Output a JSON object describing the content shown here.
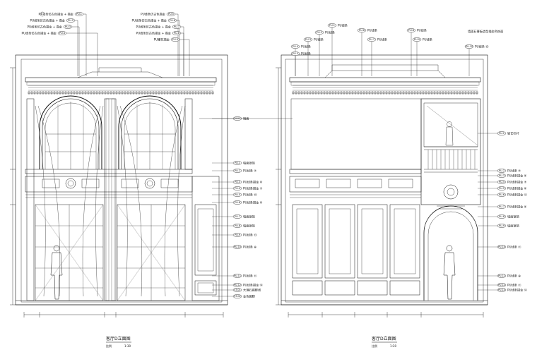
{
  "left": {
    "top_callouts": [
      {
        "code": "B1",
        "text": "PU线条仿古色描金 + 描金",
        "tag": "PU-1"
      },
      {
        "code": "",
        "text": "PU线条仿古色描金 + 描金",
        "tag": "PU-2"
      },
      {
        "code": "",
        "text": "PU线条仿古色描金 + 描金",
        "tag": "PU-3"
      },
      {
        "code": "",
        "text": "PU线条仿古色描金 + 描金",
        "tag": "PU-4"
      },
      {
        "code": "",
        "text": "PU线条仿古色描金",
        "tag": "PU-5"
      },
      {
        "code": "",
        "text": "PU线条仿古色描金 + 描金",
        "tag": "PU-6"
      },
      {
        "code": "",
        "text": "PU线条仿古色描金 + 描金",
        "tag": "PU-7"
      },
      {
        "code": "",
        "text": "PU线条仿古色描金 + 描金",
        "tag": "PU-8"
      },
      {
        "code": "",
        "text": "PU雕花描金",
        "tag": "PU-9"
      }
    ],
    "right_callouts": [
      {
        "tag": "M-01",
        "text": "镜面"
      },
      {
        "tag": "PU-1",
        "text": "墙面银箔"
      },
      {
        "tag": "PU-2",
        "text": "PU线条 ⑦"
      },
      {
        "tag": "PU-3",
        "text": "PU线条描金 ⑥"
      },
      {
        "tag": "PU-4",
        "text": "PU线条描金 ⑦"
      },
      {
        "tag": "PU-5",
        "text": "PU线条 ⑭"
      },
      {
        "tag": "PU-6",
        "text": "PU线条描金 ⑥"
      },
      {
        "tag": "PU-7",
        "text": "墙面银箔"
      },
      {
        "tag": "PU-8",
        "text": "墙面银箔"
      },
      {
        "tag": "PU-9",
        "text": "PU线条 ⑬"
      },
      {
        "tag": "PU-10",
        "text": "PU线条 ⊕"
      },
      {
        "tag": "PU-11",
        "text": "PU线条 ⑪"
      },
      {
        "tag": "PU-12",
        "text": "PU线条描金 ⑫"
      },
      {
        "tag": "ST-01",
        "text": "大理石踢脚线"
      },
      {
        "tag": "ST-02",
        "text": "金色踢脚"
      }
    ],
    "title": "客厅D立面图",
    "scale_left": "比例",
    "scale_right": "1:30"
  },
  "right": {
    "top_callouts": [
      {
        "text": "PU线条",
        "tag": "PU-1"
      },
      {
        "text": "PU线条",
        "tag": "PU-2"
      },
      {
        "text": "PU线条",
        "tag": "PU-3"
      },
      {
        "text": "PU线条",
        "tag": "PU-4"
      },
      {
        "text": "PU线条",
        "tag": "PU-5"
      },
      {
        "text": "PU线条",
        "tag": "PU-6"
      },
      {
        "text": "PU线条",
        "tag": "PU-7"
      },
      {
        "text": "PU线条",
        "tag": "PU-8"
      },
      {
        "text": "PU线条",
        "tag": "PU-9"
      },
      {
        "text": "PU线条 ⑮",
        "tag": "PU-10"
      }
    ],
    "top_note": "墙面石膏板造型描金色饰面",
    "right_callouts": [
      {
        "tag": "PU-1",
        "text": "铁艺栏杆"
      },
      {
        "tag": "PU-2",
        "text": "PU线条 ⑦"
      },
      {
        "tag": "PU-3",
        "text": "PU线条描金 ⑥"
      },
      {
        "tag": "PU-4",
        "text": "PU线条描金 ⑦"
      },
      {
        "tag": "PU-5",
        "text": "PU线条描金 ⑥"
      },
      {
        "tag": "PU-6",
        "text": "PU线条描金 ⑫"
      },
      {
        "tag": "PU-7",
        "text": "PU线条描金 ⑥"
      },
      {
        "tag": "PU-8",
        "text": "墙面银箔"
      },
      {
        "tag": "PU-9",
        "text": "墙面银箔"
      },
      {
        "tag": "PU-10",
        "text": "PU线条 ⑪"
      },
      {
        "tag": "PU-11",
        "text": "PU线条 ⊕"
      },
      {
        "tag": "PU-12",
        "text": "PU线条 ⑪"
      },
      {
        "tag": "PU-13",
        "text": "PU线条描金 ⑫"
      }
    ],
    "title": "客厅D立面图",
    "scale_left": "比例",
    "scale_right": "1:30"
  }
}
